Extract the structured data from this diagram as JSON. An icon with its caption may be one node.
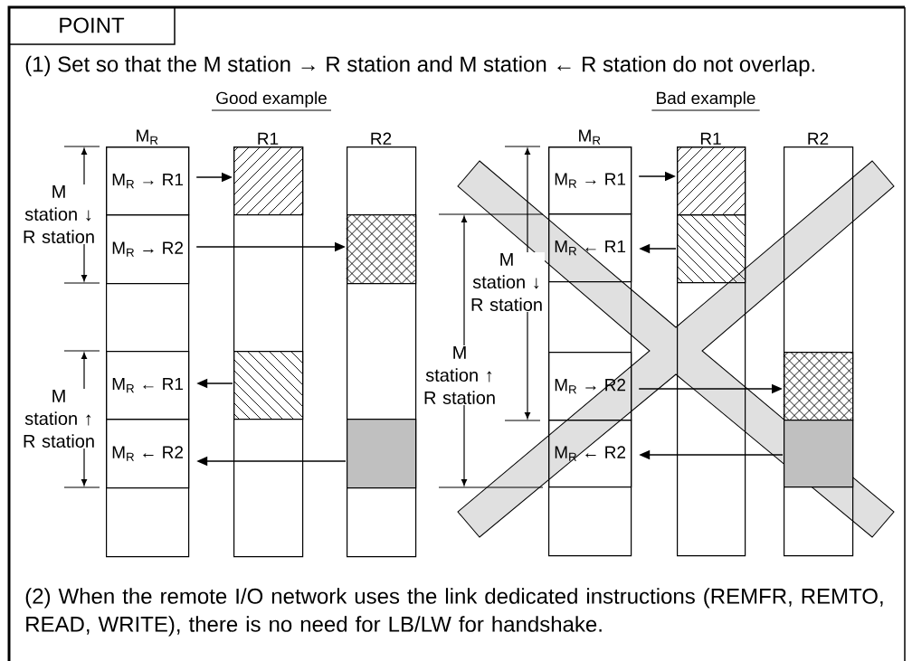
{
  "diagram": {
    "title": "POINT",
    "nodes": [
      {
        "text": [
          "M$_{R}$"
        ]
      },
      {
        "text": [
          "R1"
        ]
      },
      {
        "text": [
          "R2"
        ]
      },
      {
        "text": [
          "M$_{R}$ → R1"
        ],
        "in": 0
      },
      {
        "text": [
          "M$_{R}$ → R2"
        ],
        "in": 0
      },
      {
        "text": [
          "M$_{R}$ ← R1"
        ],
        "in": 0
      },
      {
        "text": [
          "M$_{R}$ ← R2"
        ],
        "in": 0
      },
      {
        "text": [],
        "shape": "box",
        "in": 1
      },
      {
        "text": [],
        "shape": "box",
        "in": 2
      },
      {
        "text": [],
        "shape": "box",
        "in": 1
      },
      {
        "text": [],
        "shape": "box",
        "in": 2
      },
      {
        "text": [
          "M$_{R}$"
        ]
      },
      {
        "text": [
          "R1"
        ]
      },
      {
        "text": [
          "R2"
        ]
      },
      {
        "text": [
          "M$_{R}$ → R1"
        ],
        "in": 11
      },
      {
        "text": [
          "M$_{R}$ ← R1"
        ],
        "in": 11
      },
      {
        "text": [
          "M$_{R}$ → R2"
        ],
        "in": 11
      },
      {
        "text": [
          "M$_{R}$ ← R2"
        ],
        "in": 11
      },
      {
        "text": [],
        "shape": "box",
        "in": 12
      },
      {
        "text": [],
        "shape": "box",
        "in": 12
      },
      {
        "text": [],
        "shape": "box",
        "in": 13
      },
      {
        "text": [],
        "shape": "box",
        "in": 13
      }
    ],
    "edges": [
      {
        "from": 3,
        "to": 7,
        "arrow": "to"
      },
      {
        "from": 4,
        "to": 8,
        "arrow": "to"
      },
      {
        "from": 9,
        "to": 5,
        "arrow": "to"
      },
      {
        "from": 10,
        "to": 6,
        "arrow": "to"
      },
      {
        "from": 14,
        "to": 18,
        "arrow": "to"
      },
      {
        "from": 19,
        "to": 15,
        "arrow": "to"
      },
      {
        "from": 16,
        "to": 20,
        "arrow": "to"
      },
      {
        "from": 21,
        "to": 17,
        "arrow": "to"
      }
    ],
    "labels": [
      "(1) Set so that the M station → R station and M station ← R station do not overlap.",
      "Good example",
      "M station ↓ R station",
      "M station ↑ R station",
      "Bad example",
      "M station ↓ R station",
      "M station ↑ R station",
      "(2) When the remote I/O network uses the link dedicated instructions (REMFR, REMTO, READ, WRITE), there is no need for LB/LW for handshake."
    ]
  }
}
